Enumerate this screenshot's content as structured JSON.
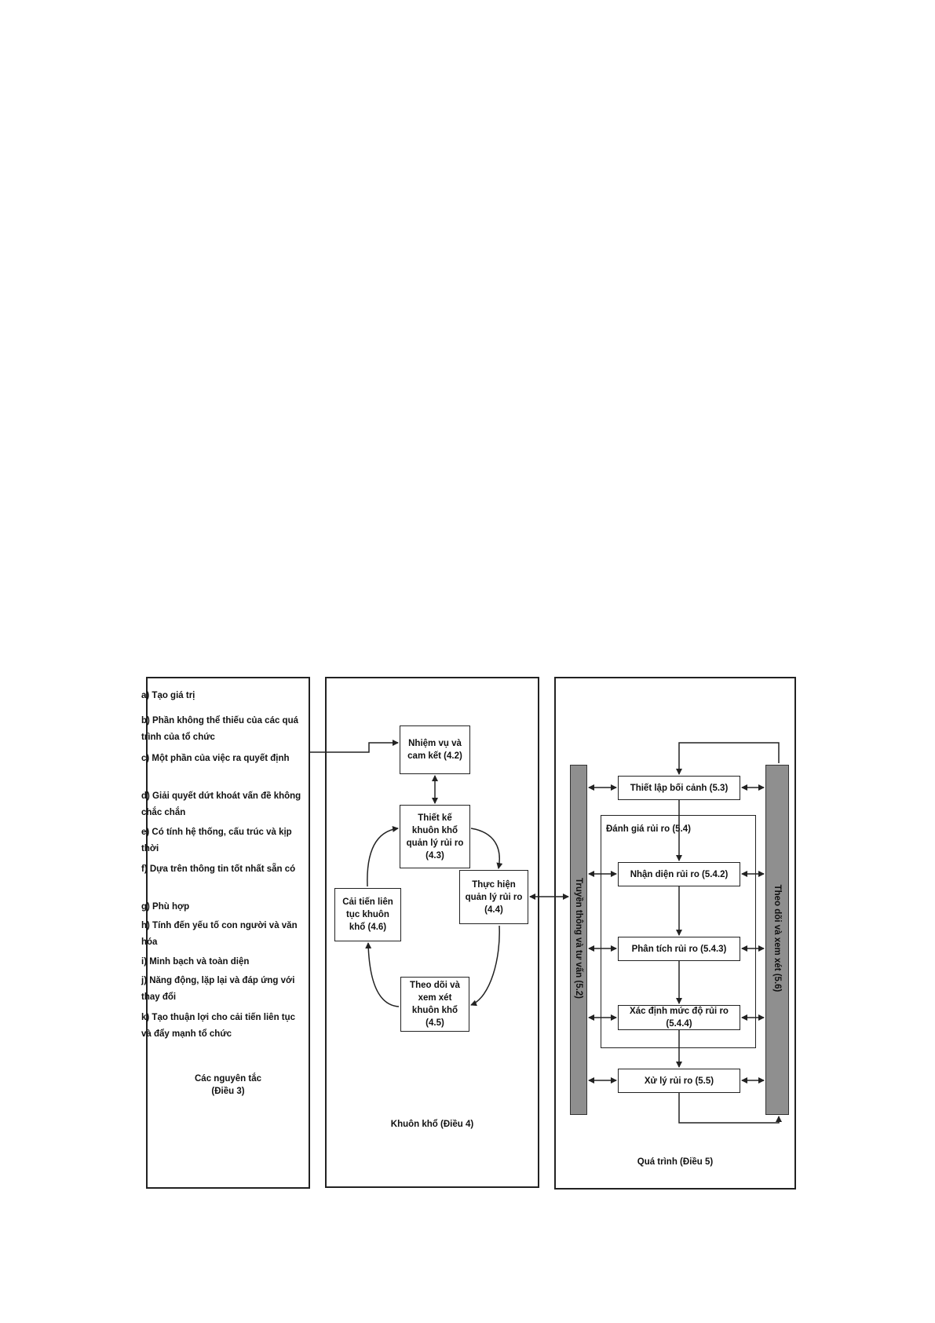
{
  "principles": {
    "items": [
      "a) Tạo giá trị",
      "b) Phần không thể thiếu của các quá trình của tổ chức",
      "c) Một phần của việc ra quyết định",
      "d) Giải quyết dứt khoát vấn đề không chắc chắn",
      "e) Có tính hệ thống, cấu trúc và kịp thời",
      "f) Dựa trên thông tin tốt nhất sẵn có",
      "g) Phù hợp",
      "h) Tính đến yếu tố con người và văn hóa",
      "i) Minh bạch và toàn diện",
      "j) Năng động, lặp lại và đáp ứng với thay đổi",
      "k) Tạo thuận lợi cho cải tiến liên tục và đẩy mạnh tổ chức"
    ],
    "caption_line1": "Các nguyên tắc",
    "caption_line2": "(Điều 3)"
  },
  "framework": {
    "mandate": "Nhiệm vụ và cam kết (4.2)",
    "design": "Thiết kế khuôn khổ quản lý rủi ro (4.3)",
    "implement": "Thực hiện quản lý rủi ro (4.4)",
    "monitor": "Theo dõi và xem xét khuôn khổ (4.5)",
    "improve": "Cải tiến liên tục khuôn khổ (4.6)",
    "caption": "Khuôn khổ (Điều 4)"
  },
  "process": {
    "context": "Thiết lập bối cảnh (5.3)",
    "assessment_title": "Đánh giá rủi ro (5.4)",
    "identification": "Nhận diện rủi ro (5.4.2)",
    "analysis": "Phân tích rủi ro (5.4.3)",
    "evaluation": "Xác định mức độ rủi ro (5.4.4)",
    "treatment": "Xử lý rủi ro (5.5)",
    "communication": "Truyền thông và tư vấn (5.2)",
    "monitoring": "Theo dõi và xem xét (5.6)",
    "caption": "Quá trình (Điều 5)"
  }
}
